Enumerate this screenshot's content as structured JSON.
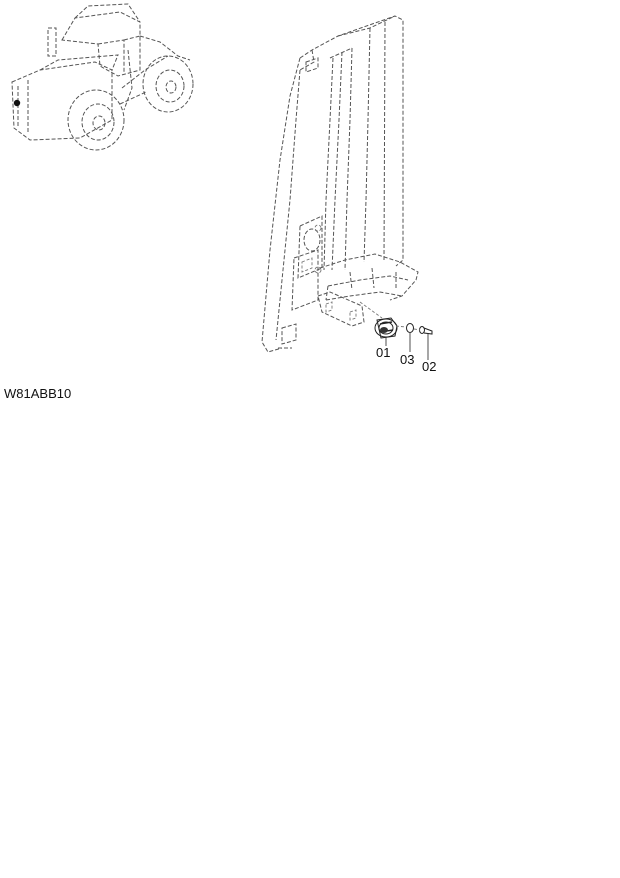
{
  "diagram": {
    "code": "W81ABB10",
    "callouts": [
      {
        "id": "01",
        "label": "01"
      },
      {
        "id": "03",
        "label": "03"
      },
      {
        "id": "02",
        "label": "02"
      }
    ]
  }
}
